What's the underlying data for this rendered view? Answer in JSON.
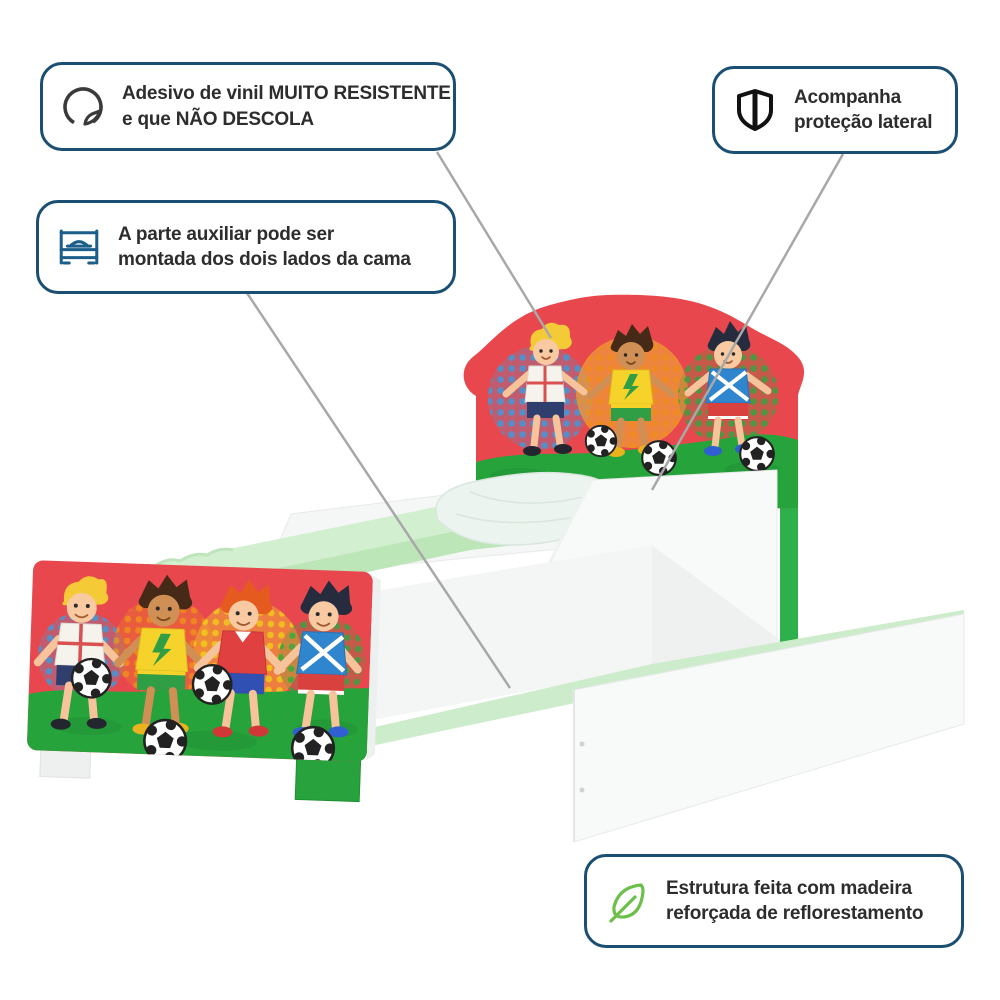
{
  "callouts": {
    "vinyl": {
      "icon": "sticker-icon",
      "line1": "Adesivo de vinil MUITO RESISTENTE",
      "line2": "e que NÃO DESCOLA"
    },
    "protection": {
      "icon": "shield-icon",
      "line1": "Acompanha",
      "line2": "proteção lateral"
    },
    "auxiliary": {
      "icon": "bed-icon",
      "line1": "A parte auxiliar pode ser",
      "line2": "montada dos dois lados da cama"
    },
    "structure": {
      "icon": "leaf-icon",
      "line1": "Estrutura feita com madeira",
      "line2": "reforçada de reflorestamento"
    }
  },
  "colors": {
    "callout_border": "#1b4f72",
    "callout_bg": "#ffffff",
    "text": "#2d2d2d",
    "pointer_line": "#a8a8a8",
    "sticker_icon": "#3a3a3a",
    "shield_icon": "#111111",
    "bed_icon": "#1b5e8a",
    "leaf_icon": "#6cc04a",
    "panel_red": "#e8484d",
    "grass_green": "#27a33c",
    "edge_green": "#2eb04c",
    "mattress_green": "#d2efcf",
    "trundle_mattress_green": "#cdeccb",
    "frame_white": "#f6f8f7"
  }
}
